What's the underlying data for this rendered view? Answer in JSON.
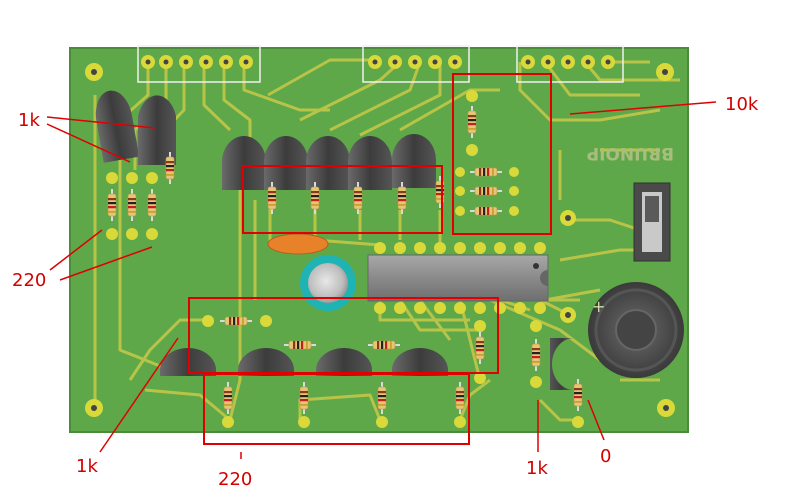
{
  "board": {
    "silkscreen_text": "BRUNOIP",
    "colors": {
      "substrate": "#5ea84a",
      "trace": "#b8c447",
      "pad": "#d9d93a",
      "annotation": "#e00000",
      "transistor": "#4a4a4a",
      "ic_body": "#8b8b8b",
      "capacitor": "#1fb3b3"
    }
  },
  "labels": {
    "l_1k_top": "1k",
    "l_220_left": "220",
    "l_10k": "10k",
    "l_1k_bottom_left": "1k",
    "l_220_bottom": "220",
    "l_1k_bottom_right": "1k",
    "l_0": "0"
  }
}
